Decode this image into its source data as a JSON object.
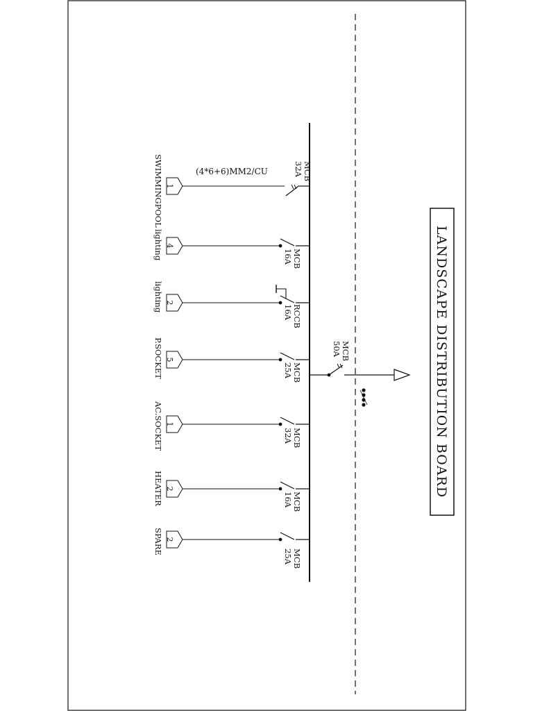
{
  "board": {
    "title": "LANDSCAPE DISTRIBUTION BOARD"
  },
  "incomer": {
    "breaker_type": "MCB",
    "rating": "50A"
  },
  "cable_spec": "(4*6+6)MM2/CU",
  "circuits": [
    {
      "breaker_type": "MCB",
      "rating": "32A",
      "qty": "1",
      "load": "SWIMMINGPOOL"
    },
    {
      "breaker_type": "MCB",
      "rating": "16A",
      "qty": "4",
      "load": "lighting"
    },
    {
      "breaker_type": "RCCB",
      "rating": "16A",
      "qty": "2",
      "load": "lighting"
    },
    {
      "breaker_type": "MCB",
      "rating": "25A",
      "qty": "5",
      "load": "P.SOCKET"
    },
    {
      "breaker_type": "MCB",
      "rating": "32A",
      "qty": "1",
      "load": "AC.SOCKET"
    },
    {
      "breaker_type": "MCB",
      "rating": "16A",
      "qty": "2",
      "load": "HEATER"
    },
    {
      "breaker_type": "MCB",
      "rating": "25A",
      "qty": "2",
      "load": "SPARE"
    }
  ],
  "colors": {
    "line": "#111111",
    "background": "#ffffff"
  }
}
